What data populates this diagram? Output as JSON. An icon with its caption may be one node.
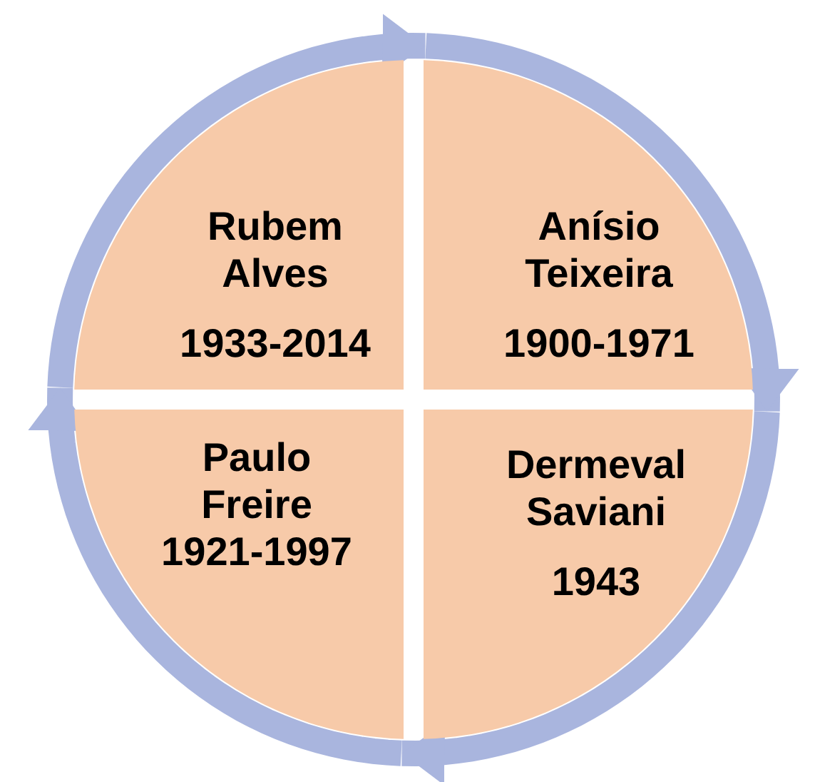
{
  "diagram": {
    "nodes": [
      {
        "text": [
          "Rubem Alves",
          "1933-2014"
        ]
      },
      {
        "text": [
          "Anísio Teixeira",
          "1900-1971"
        ]
      },
      {
        "text": [
          "Paulo Freire",
          "1921-1997"
        ]
      },
      {
        "text": [
          "Dermeval Saviani",
          "1943"
        ]
      }
    ],
    "edges": [
      {
        "from": 0,
        "to": 1,
        "arrow": "to"
      },
      {
        "from": 1,
        "to": 3,
        "arrow": "to"
      },
      {
        "from": 3,
        "to": 2,
        "arrow": "to"
      },
      {
        "from": 2,
        "to": 0,
        "arrow": "to"
      }
    ]
  }
}
